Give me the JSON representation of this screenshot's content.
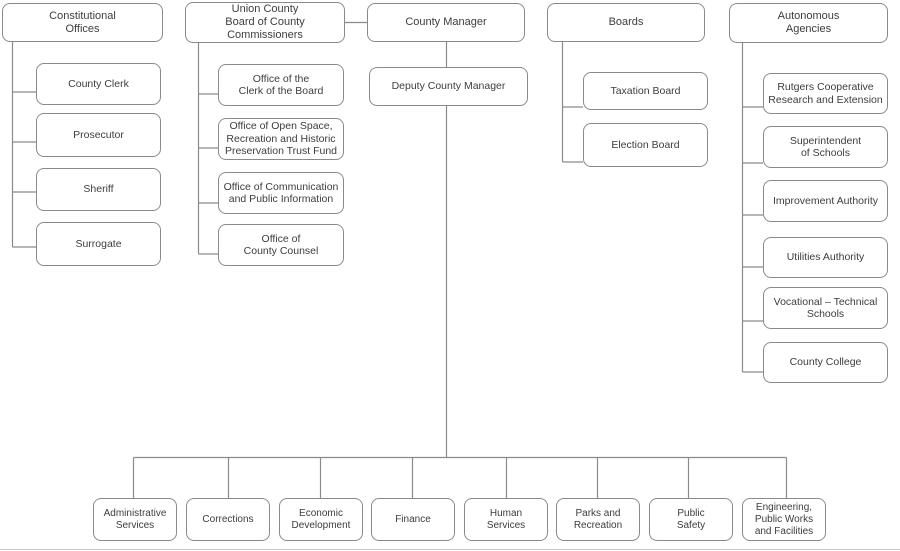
{
  "diagram": {
    "type": "org-chart",
    "colors": {
      "box_border": "#8a8a8a",
      "text": "#3d3d3d",
      "background": "#ffffff"
    },
    "org": {
      "groups": [
        {
          "parent": "Constitutional\nOffices",
          "children": [
            "County Clerk",
            "Prosecutor",
            "Sheriff",
            "Surrogate"
          ]
        },
        {
          "parent": "Union County\nBoard of County\nCommissioners",
          "children": [
            "Office of the\nClerk of the Board",
            "Office of Open Space,\nRecreation and Historic\nPreservation Trust Fund",
            "Office of Communication\nand Public Information",
            "Office of\nCounty Counsel"
          ]
        },
        {
          "parent": "County Manager",
          "children": [
            "Deputy County Manager"
          ]
        },
        {
          "parent": "Boards",
          "children": [
            "Taxation Board",
            "Election Board"
          ]
        },
        {
          "parent": "Autonomous\nAgencies",
          "children": [
            "Rutgers Cooperative\nResearch and Extension",
            "Superintendent\nof Schools",
            "Improvement Authority",
            "Utilities Authority",
            "Vocational – Technical\nSchools",
            "County College"
          ]
        }
      ],
      "departments": [
        "Administrative\nServices",
        "Corrections",
        "Economic\nDevelopment",
        "Finance",
        "Human\nServices",
        "Parks and\nRecreation",
        "Public\nSafety",
        "Engineering,\nPublic Works\nand Facilities"
      ]
    }
  }
}
